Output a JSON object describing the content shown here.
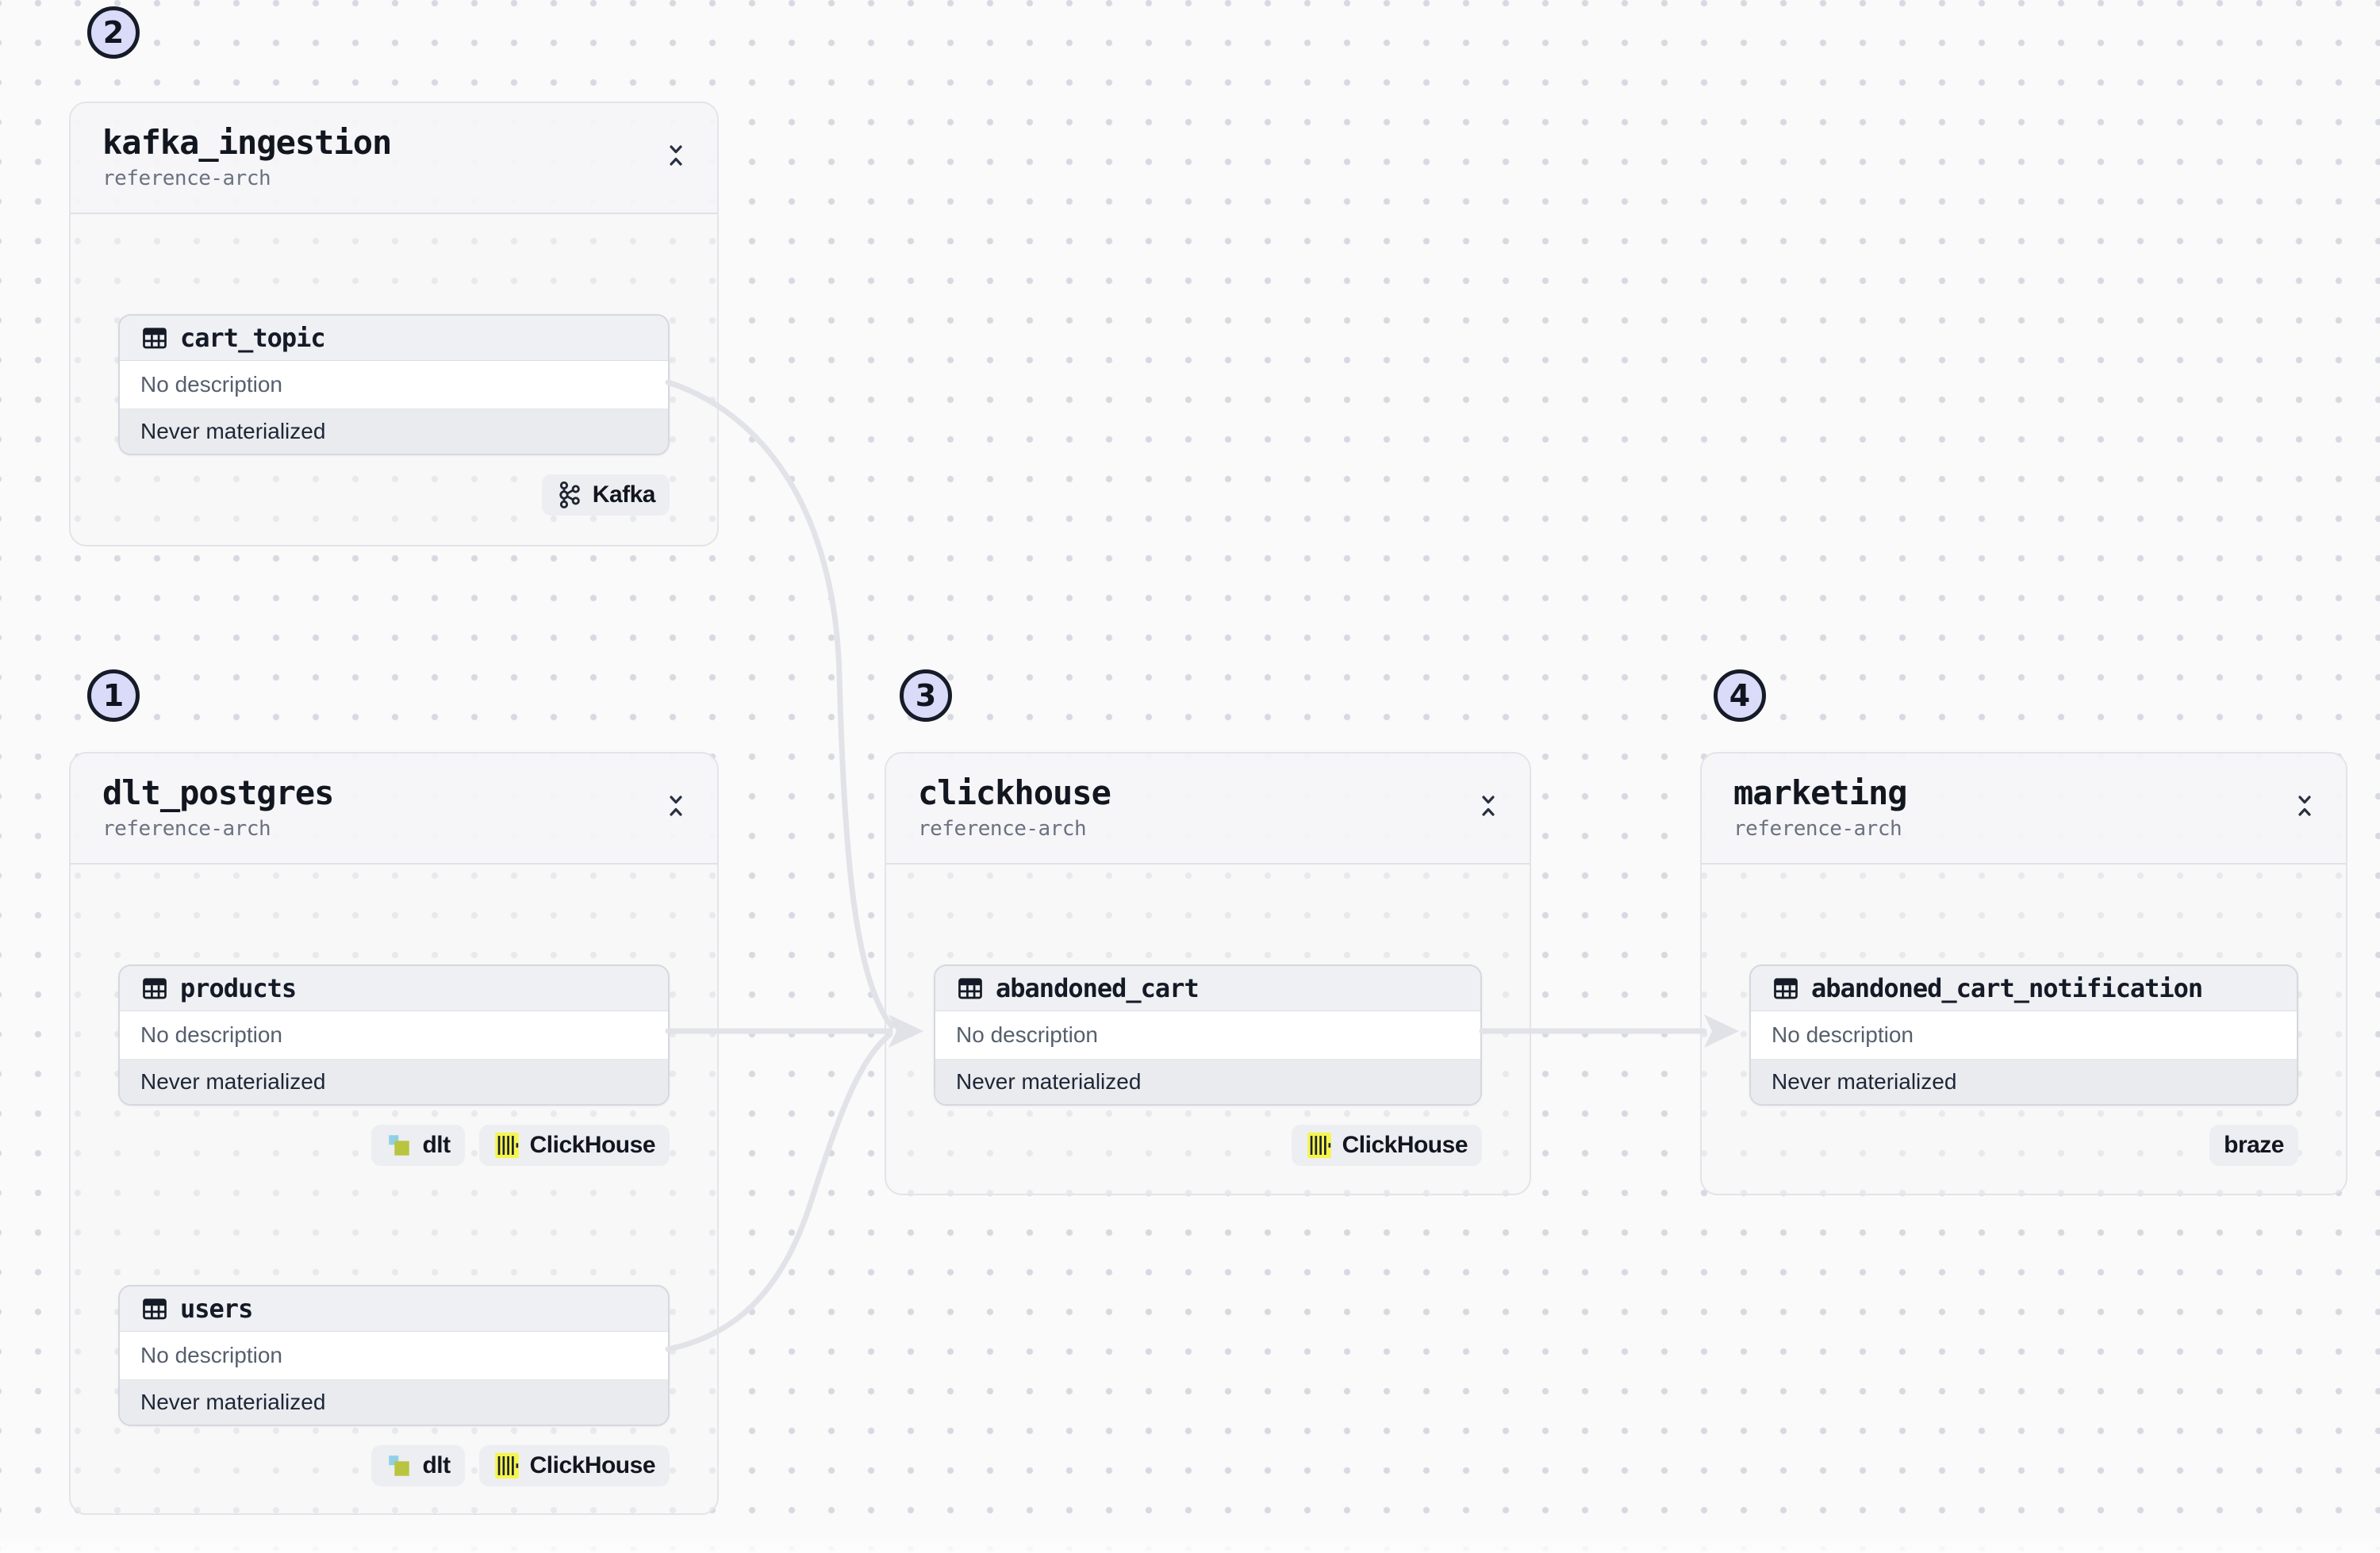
{
  "canvas": {
    "background_color": "#fafafb",
    "dot_color": "#d7d9e0",
    "edge_color": "#e2e3e8"
  },
  "colors": {
    "badge_fill": "#d9dbf8",
    "badge_border": "#161b28",
    "clickhouse_yellow": "#f6f54d",
    "dlt_blue": "#8fd0e8",
    "dlt_green": "#b9c43f",
    "node_header_bg": "#eef0f3",
    "node_status_bg": "#e9ebef"
  },
  "groups": [
    {
      "badge": "2",
      "title": "kafka_ingestion",
      "subtitle": "reference-arch",
      "assets": [
        {
          "name": "cart_topic",
          "description": "No description",
          "status": "Never materialized",
          "tags": [
            {
              "label": "Kafka",
              "icon": "kafka-icon"
            }
          ]
        }
      ]
    },
    {
      "badge": "1",
      "title": "dlt_postgres",
      "subtitle": "reference-arch",
      "assets": [
        {
          "name": "products",
          "description": "No description",
          "status": "Never materialized",
          "tags": [
            {
              "label": "dlt",
              "icon": "dlt-icon"
            },
            {
              "label": "ClickHouse",
              "icon": "clickhouse-icon"
            }
          ]
        },
        {
          "name": "users",
          "description": "No description",
          "status": "Never materialized",
          "tags": [
            {
              "label": "dlt",
              "icon": "dlt-icon"
            },
            {
              "label": "ClickHouse",
              "icon": "clickhouse-icon"
            }
          ]
        }
      ]
    },
    {
      "badge": "3",
      "title": "clickhouse",
      "subtitle": "reference-arch",
      "assets": [
        {
          "name": "abandoned_cart",
          "description": "No description",
          "status": "Never materialized",
          "tags": [
            {
              "label": "ClickHouse",
              "icon": "clickhouse-icon"
            }
          ]
        }
      ]
    },
    {
      "badge": "4",
      "title": "marketing",
      "subtitle": "reference-arch",
      "assets": [
        {
          "name": "abandoned_cart_notification",
          "description": "No description",
          "status": "Never materialized",
          "tags": [
            {
              "label": "braze",
              "icon": null
            }
          ]
        }
      ]
    }
  ]
}
